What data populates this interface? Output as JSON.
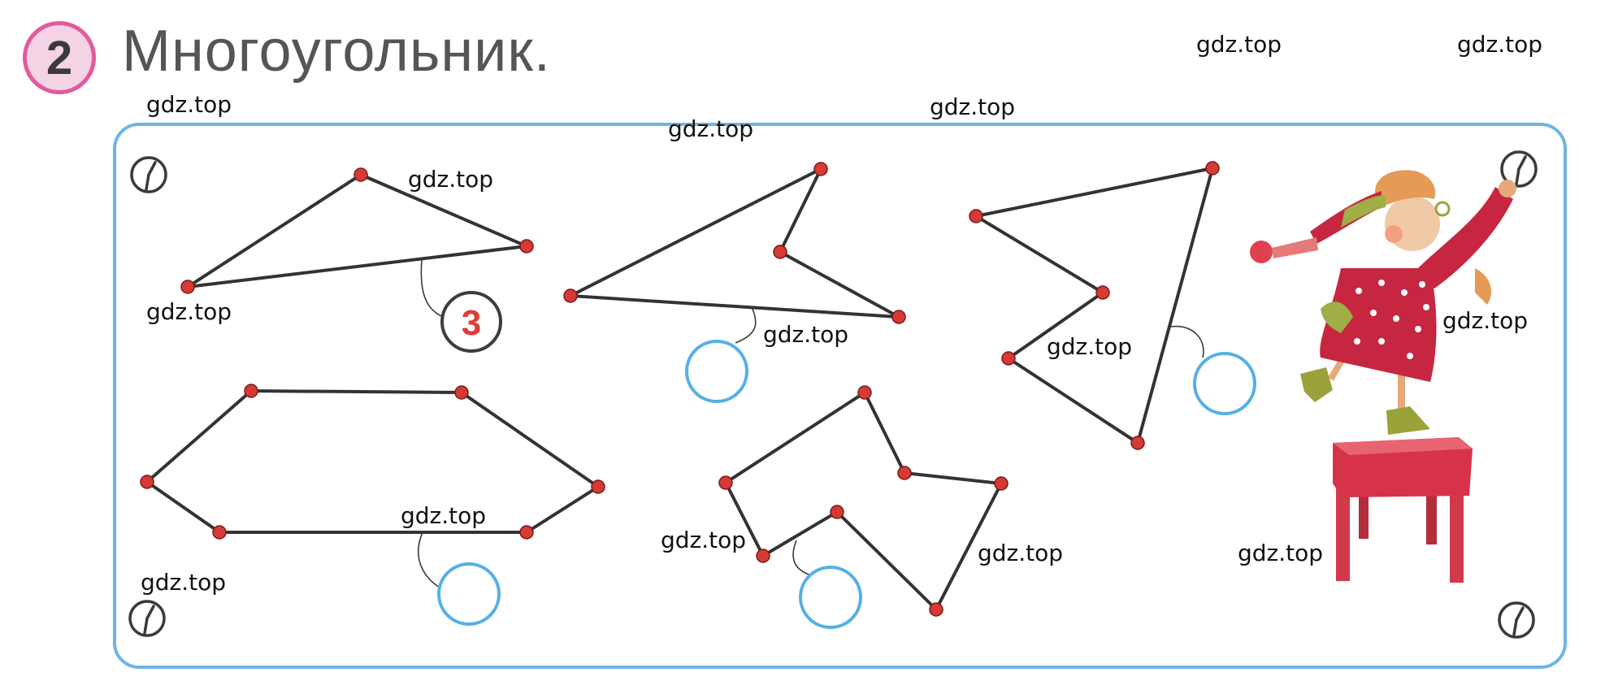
{
  "task": {
    "number": "2",
    "title": "Многоугольник."
  },
  "watermark": "gdz.top",
  "badge": {
    "value": "3"
  },
  "icons": {
    "clock": "clock-icon",
    "illustration": "gnome-on-stool-illustration"
  },
  "colors": {
    "frame": "#6fb4e6",
    "vertex": "#d63a35",
    "edge": "#333333",
    "badge_text": "#e23a3a",
    "number_ring": "#e25a9c"
  }
}
